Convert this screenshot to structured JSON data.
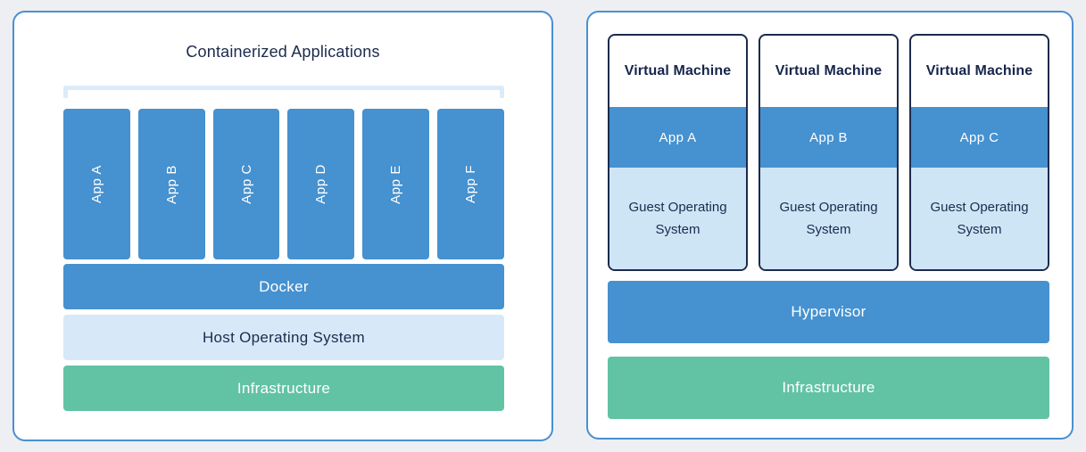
{
  "left_panel": {
    "title": "Containerized Applications",
    "apps": [
      "App A",
      "App B",
      "App C",
      "App D",
      "App E",
      "App F"
    ],
    "layers": [
      {
        "label": "Docker",
        "color": "#4691CF"
      },
      {
        "label": "Host Operating System",
        "color": "#D7E9F8"
      },
      {
        "label": "Infrastructure",
        "color": "#62C3A4"
      }
    ]
  },
  "right_panel": {
    "vms": [
      {
        "title": "Virtual Machine",
        "app": "App A",
        "os": "Guest Operating System"
      },
      {
        "title": "Virtual Machine",
        "app": "App B",
        "os": "Guest Operating System"
      },
      {
        "title": "Virtual Machine",
        "app": "App C",
        "os": "Guest Operating System"
      }
    ],
    "layers": [
      {
        "label": "Hypervisor",
        "color": "#4691CF"
      },
      {
        "label": "Infrastructure",
        "color": "#62C3A4"
      }
    ]
  },
  "colors": {
    "app_blue": "#4691CF",
    "light_blue": "#D7E9F8",
    "guest_os_blue": "#CEE5F6",
    "green": "#62C3A4",
    "navy_text": "#1C2B4D",
    "panel_border": "#4A8FD2",
    "bracket": "#DCEBF8",
    "page_background": "#EDEFF2"
  }
}
